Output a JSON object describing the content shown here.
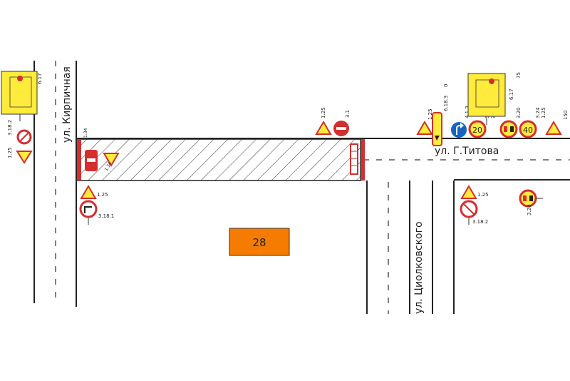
{
  "streets": {
    "kirpichnaya": "ул. Кирпичная",
    "titova": "ул. Г.Титова",
    "tsiolkovskogo": "ул. Циолковского"
  },
  "building": {
    "number": "28",
    "color": "#f57c00"
  },
  "work_zone": {
    "hatch_color": "#333333",
    "fence_color": "#d32f2f"
  },
  "sign_codes": {
    "c_6_17_left": "6.17",
    "c_3_18_2_left": "3.18.2",
    "c_1_25_left": "1.25",
    "c_1_25_mid": "1.25",
    "c_3_1_mid": "3.1",
    "c_1_25_right": "1.25",
    "c_6_18_3": "6.18.3",
    "c_0": "0",
    "c_4_1_3": "4.1.3",
    "c_3_24_a": "3.24",
    "c_25": "25",
    "c_3_20": "3.20",
    "c_3_24_b": "3.24",
    "c_1_25_far": "1.25",
    "c_150": "150",
    "c_6_17_right": "6.17",
    "c_75": "75",
    "c_1_25_lw": "1.25",
    "c_3_18_1": "3.18.1",
    "c_1_25_rw": "1.25",
    "c_3_18_2_rw": "3.18.2",
    "c_3_20_rw": "3.20",
    "c_1_34": "1.34",
    "c_1_34_b": "1.34"
  },
  "speed_limits": {
    "first": "20",
    "second": "40"
  },
  "colors": {
    "sign_red": "#d32f2f",
    "sign_yellow": "#ffeb3b",
    "sign_blue": "#1565c0",
    "road_line": "#222222"
  }
}
